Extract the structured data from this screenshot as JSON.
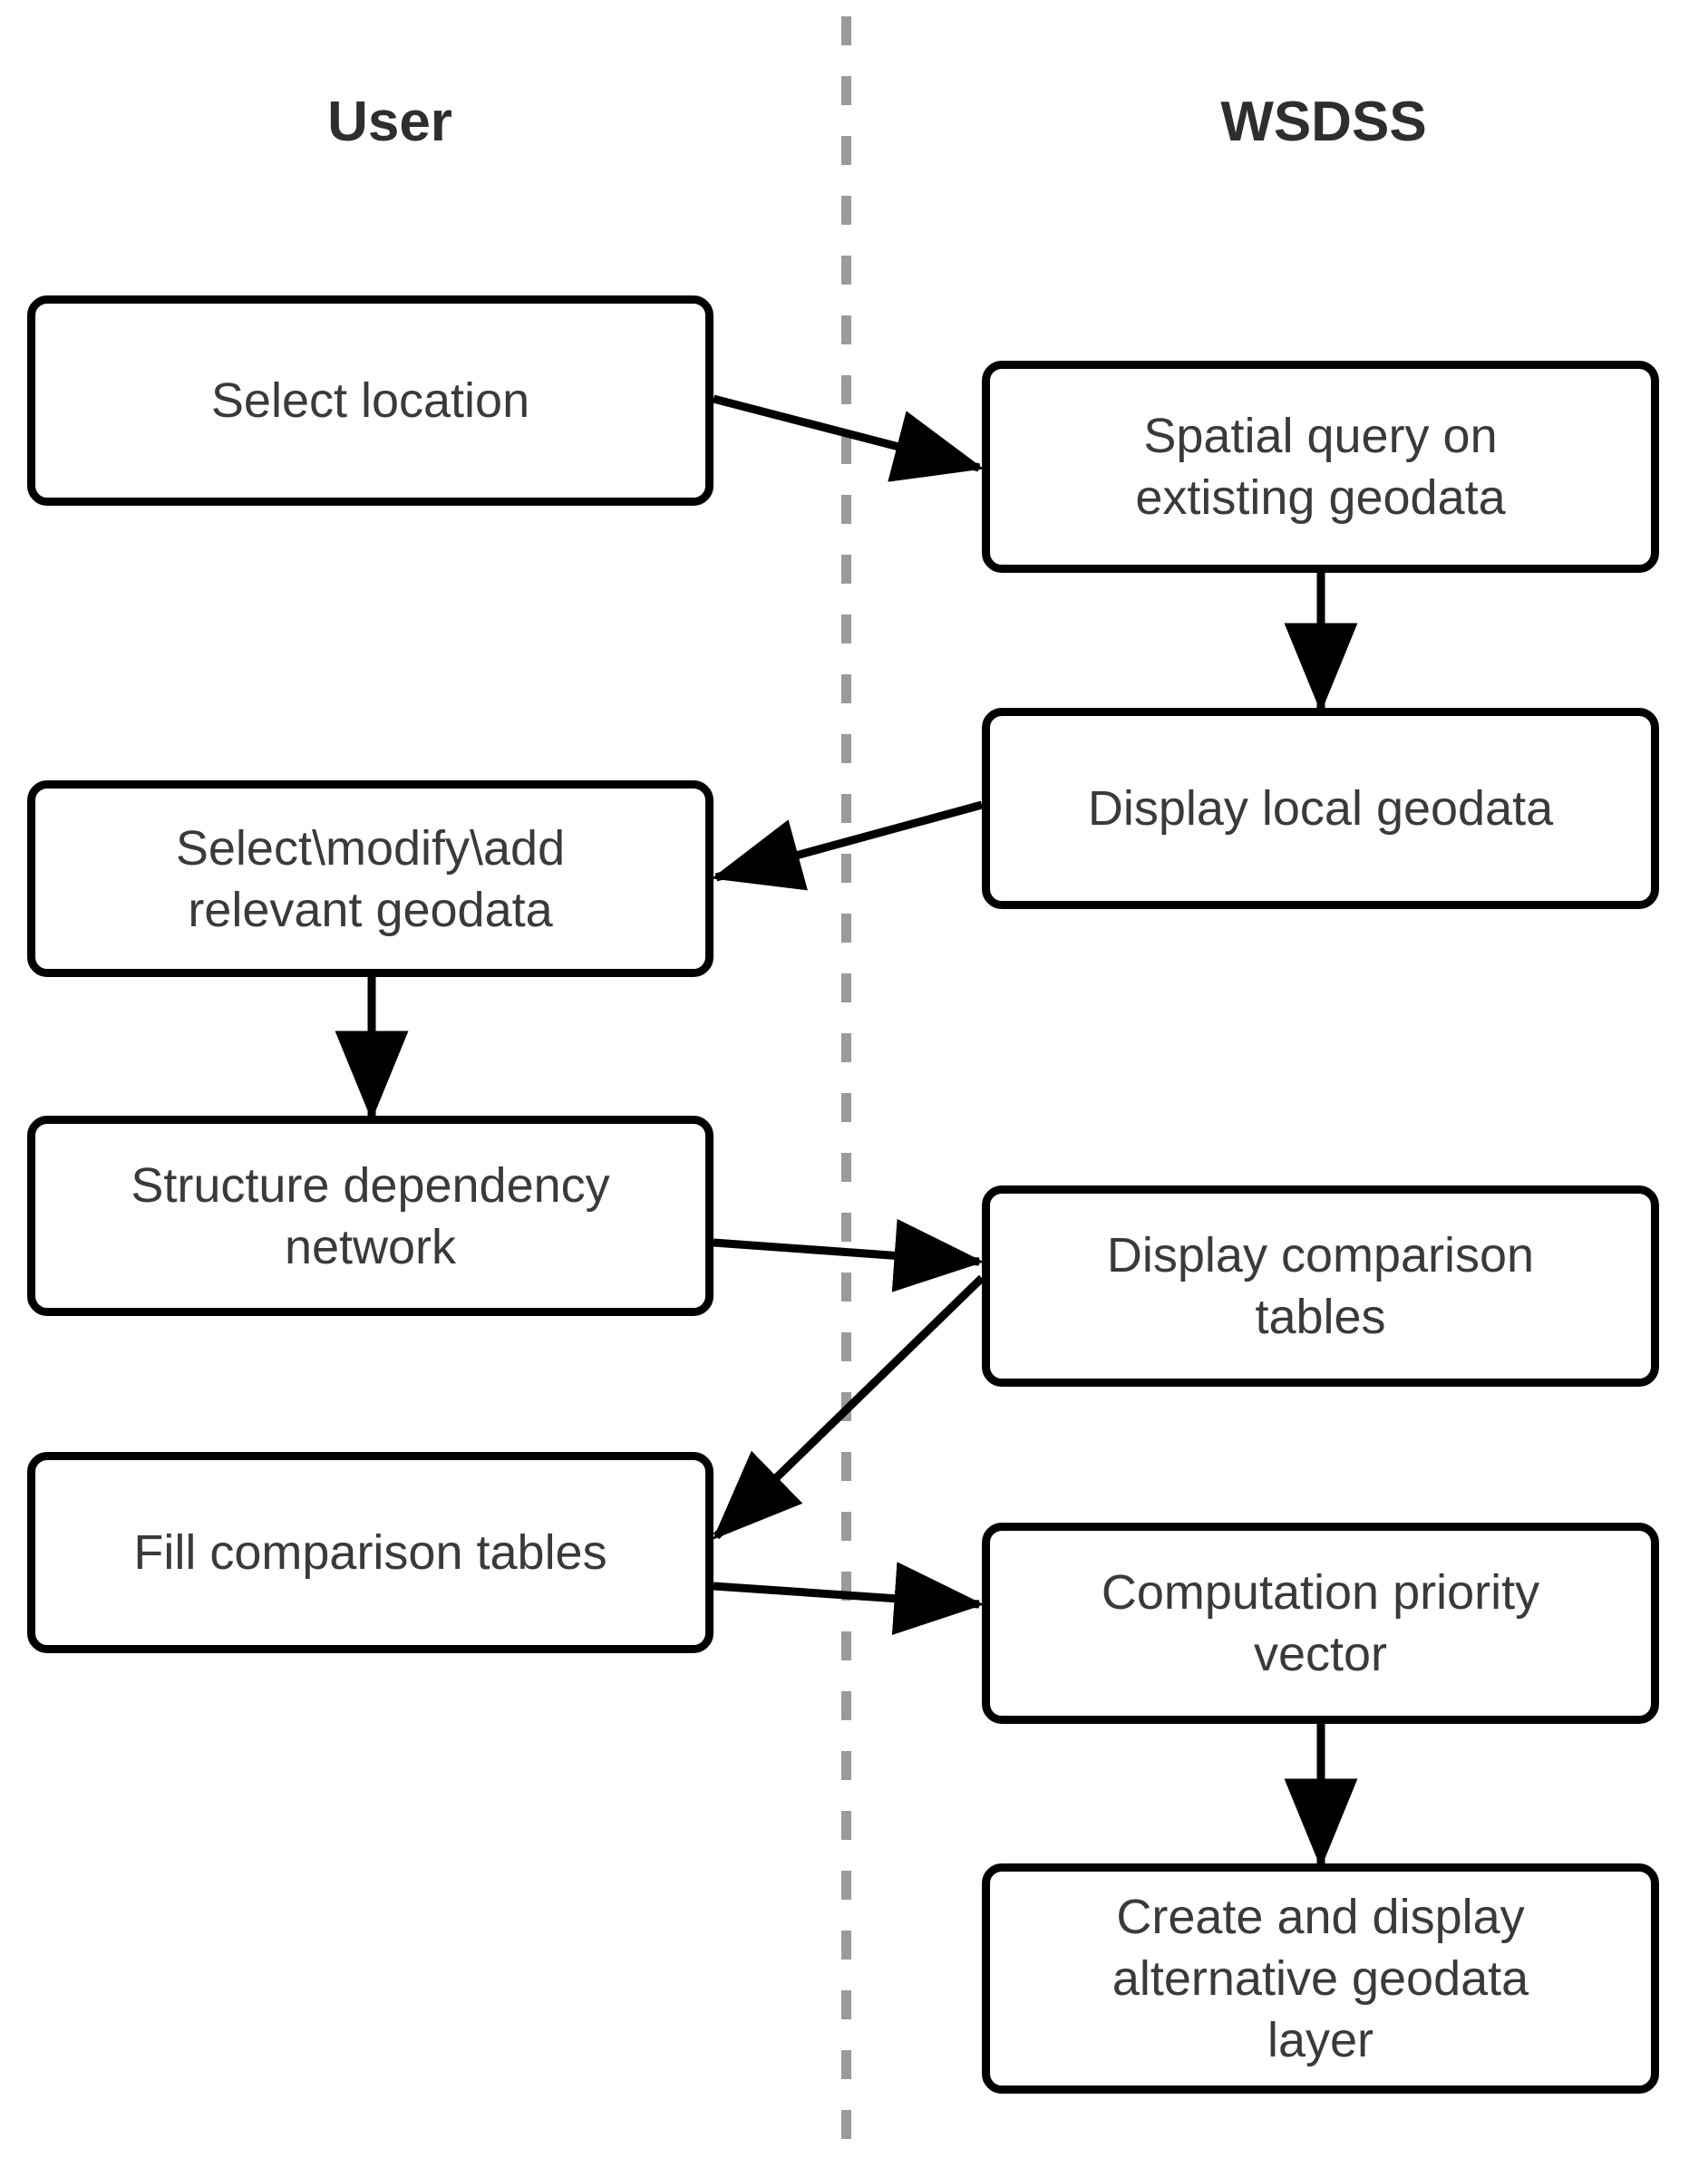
{
  "diagram": {
    "title_absent": true,
    "lanes": [
      {
        "id": "user",
        "label": "User"
      },
      {
        "id": "wsdss",
        "label": "WSDSS"
      }
    ],
    "divider": {
      "style": "dashed",
      "color": "#9a9a9a",
      "orientation": "vertical"
    },
    "colors": {
      "node_border": "#000000",
      "node_fill": "#ffffff",
      "node_text": "#3a3a3a",
      "header_text": "#2e2e2e",
      "edge": "#000000",
      "divider": "#9a9a9a"
    },
    "nodes": [
      {
        "id": "select-location",
        "lane": "user",
        "label": "Select location"
      },
      {
        "id": "spatial-query",
        "lane": "wsdss",
        "label": "Spatial query on\nextisting geodata"
      },
      {
        "id": "display-local",
        "lane": "wsdss",
        "label": "Display local geodata"
      },
      {
        "id": "select-modify-add",
        "lane": "user",
        "label": "Select\\modify\\add\nrelevant geodata"
      },
      {
        "id": "structure-dependency",
        "lane": "user",
        "label": "Structure dependency\nnetwork"
      },
      {
        "id": "display-comparison",
        "lane": "wsdss",
        "label": "Display comparison\ntables"
      },
      {
        "id": "fill-comparison",
        "lane": "user",
        "label": "Fill comparison tables"
      },
      {
        "id": "computation-priority",
        "lane": "wsdss",
        "label": "Computation priority\nvector"
      },
      {
        "id": "create-alternative",
        "lane": "wsdss",
        "label": "Create and display\nalternative geodata\nlayer"
      }
    ],
    "edges": [
      {
        "from": "select-location",
        "to": "spatial-query"
      },
      {
        "from": "spatial-query",
        "to": "display-local"
      },
      {
        "from": "display-local",
        "to": "select-modify-add"
      },
      {
        "from": "select-modify-add",
        "to": "structure-dependency"
      },
      {
        "from": "structure-dependency",
        "to": "display-comparison"
      },
      {
        "from": "display-comparison",
        "to": "fill-comparison"
      },
      {
        "from": "fill-comparison",
        "to": "computation-priority"
      },
      {
        "from": "computation-priority",
        "to": "create-alternative"
      }
    ]
  }
}
